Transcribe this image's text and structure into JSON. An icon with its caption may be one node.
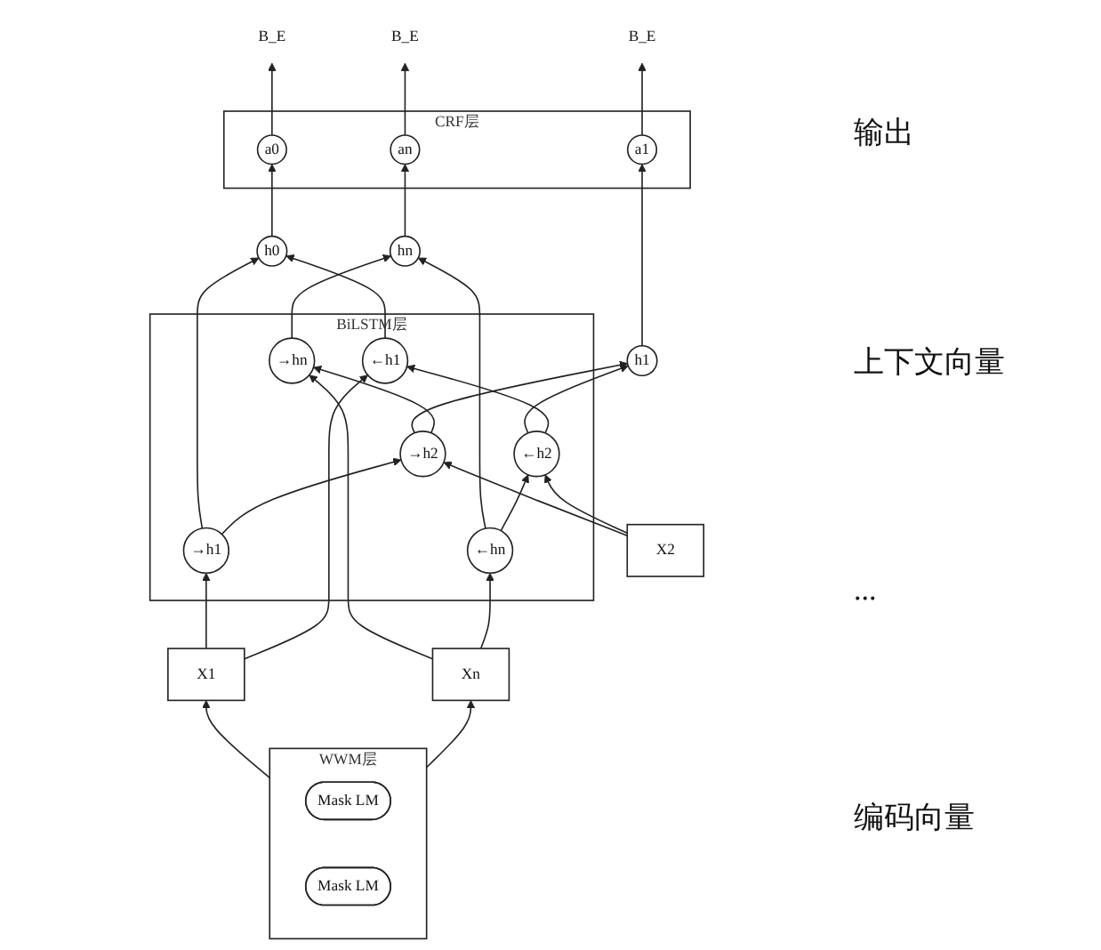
{
  "diagram": {
    "nodes": [
      {
        "text": [
          "B_E"
        ]
      },
      {
        "text": [
          "B_E"
        ]
      },
      {
        "text": [
          "B_E"
        ]
      },
      {
        "text": [
          "CRF层"
        ]
      },
      {
        "text": [
          "a0"
        ],
        "in": 3
      },
      {
        "text": [
          "a1"
        ],
        "in": 3
      },
      {
        "text": [
          "an"
        ],
        "in": 3
      },
      {
        "text": [
          "h0"
        ]
      },
      {
        "text": [
          "h1"
        ]
      },
      {
        "text": [
          "hn"
        ]
      },
      {
        "text": [
          "BiLSTM层"
        ]
      },
      {
        "text": [
          "←h1"
        ],
        "in": 10
      },
      {
        "text": [
          "←h2"
        ],
        "in": 10
      },
      {
        "text": [
          "←hn"
        ],
        "in": 10
      },
      {
        "text": [
          "→h1"
        ],
        "in": 10
      },
      {
        "text": [
          "→h2"
        ],
        "in": 10
      },
      {
        "text": [
          "→hn"
        ],
        "in": 10
      },
      {
        "text": [
          "X1"
        ]
      },
      {
        "text": [
          "X2"
        ]
      },
      {
        "text": [
          "Xn"
        ]
      },
      {
        "text": [
          "WWM层"
        ]
      },
      {
        "text": [
          "Mask LM"
        ],
        "in": 20
      },
      {
        "text": [
          "Mask LM"
        ],
        "in": 20
      }
    ],
    "edges": [
      {
        "from": 4,
        "to": 0,
        "arrow": "to"
      },
      {
        "from": 5,
        "to": 1,
        "arrow": "to"
      },
      {
        "from": 6,
        "to": 2,
        "arrow": "to"
      },
      {
        "from": 7,
        "to": 4,
        "arrow": "to"
      },
      {
        "from": 8,
        "to": 5,
        "arrow": "to"
      },
      {
        "from": 9,
        "to": 6,
        "arrow": "to"
      },
      {
        "from": 11,
        "to": 7,
        "arrow": "to"
      },
      {
        "from": 12,
        "to": 8,
        "arrow": "to"
      },
      {
        "from": 13,
        "to": 9,
        "arrow": "to"
      },
      {
        "from": 14,
        "to": 7,
        "arrow": "to"
      },
      {
        "from": 15,
        "to": 8,
        "arrow": "to"
      },
      {
        "from": 16,
        "to": 9,
        "arrow": "to"
      },
      {
        "from": 12,
        "to": 11,
        "arrow": "to"
      },
      {
        "from": 13,
        "to": 12,
        "arrow": "to"
      },
      {
        "from": 14,
        "to": 15,
        "arrow": "to"
      },
      {
        "from": 15,
        "to": 16,
        "arrow": "to"
      },
      {
        "from": 17,
        "to": 14,
        "arrow": "to"
      },
      {
        "from": 17,
        "to": 11,
        "arrow": "to"
      },
      {
        "from": 18,
        "to": 15,
        "arrow": "to"
      },
      {
        "from": 18,
        "to": 12,
        "arrow": "to"
      },
      {
        "from": 19,
        "to": 16,
        "arrow": "to"
      },
      {
        "from": 19,
        "to": 13,
        "arrow": "to"
      },
      {
        "from": 20,
        "to": 17,
        "arrow": "to"
      },
      {
        "from": 20,
        "to": 19,
        "arrow": "to"
      }
    ],
    "labels": [
      "输出",
      "上下文向量",
      "...",
      "编码向量"
    ]
  }
}
